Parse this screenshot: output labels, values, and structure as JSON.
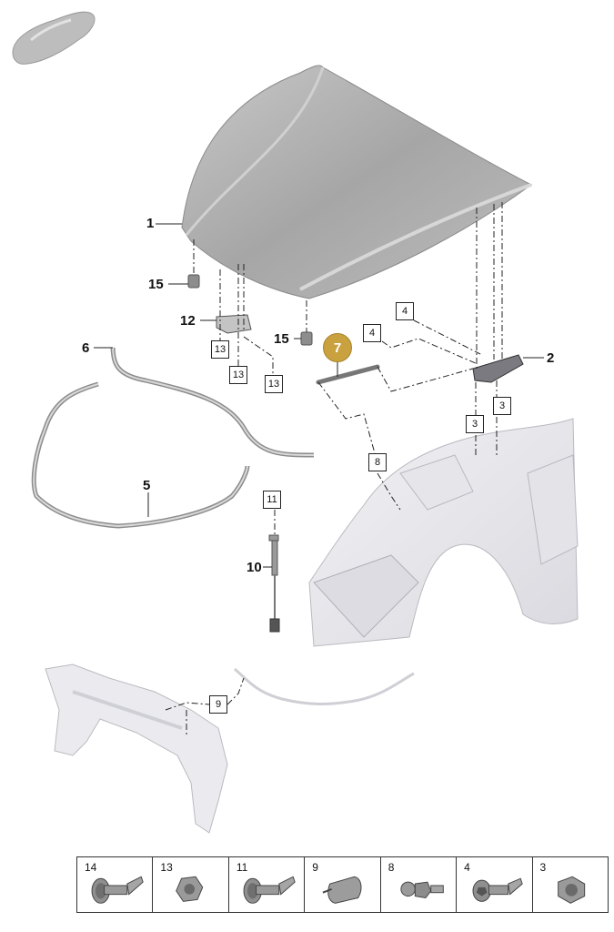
{
  "callouts": {
    "c1": "1",
    "c2": "2",
    "c5": "5",
    "c6": "6",
    "c10": "10",
    "c12": "12",
    "c15a": "15",
    "c15b": "15"
  },
  "boxes": {
    "b13a": "13",
    "b13b": "13",
    "b13c": "13",
    "b4a": "4",
    "b4b": "4",
    "b3a": "3",
    "b3b": "3",
    "b8": "8",
    "b11": "11",
    "b9": "9"
  },
  "highlight": {
    "label": "7",
    "color": "#c9a13f"
  },
  "legend": {
    "items": [
      {
        "number": "14",
        "icon": "bolt-flange-icon"
      },
      {
        "number": "13",
        "icon": "hex-nut-flange-icon"
      },
      {
        "number": "11",
        "icon": "bolt-flange-icon"
      },
      {
        "number": "9",
        "icon": "clip-icon"
      },
      {
        "number": "8",
        "icon": "ball-stud-icon"
      },
      {
        "number": "4",
        "icon": "socket-bolt-icon"
      },
      {
        "number": "3",
        "icon": "hex-nut-icon"
      }
    ]
  },
  "colors": {
    "hood": "#a9a9a9",
    "body": "#e8e8ec",
    "line": "#222222"
  }
}
